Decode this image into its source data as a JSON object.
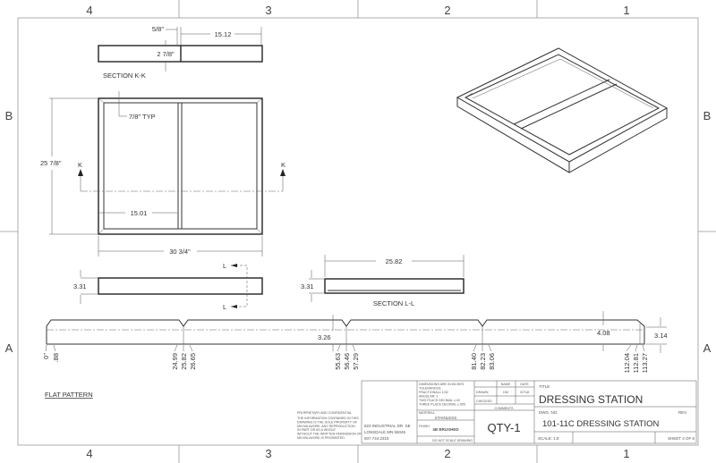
{
  "zones": {
    "columns": [
      "4",
      "3",
      "2",
      "1"
    ],
    "rows": [
      "B",
      "A"
    ]
  },
  "section_kk": {
    "dim_left": "5/8\"",
    "dim_right": "15.12",
    "dim_height": "2 7/8\"",
    "label": "SECTION K-K"
  },
  "front_view": {
    "typ": "7/8\" TYP",
    "height": "25 7/8\"",
    "inner_width": "15.01",
    "width": "30 3/4\"",
    "cut_letter": "K"
  },
  "side_view": {
    "height": "3.31",
    "cut_letter": "L"
  },
  "section_ll": {
    "width": "25.82",
    "height": "3.31",
    "label": "SECTION L-L"
  },
  "flat_pattern": {
    "label": "FLAT PATTERN",
    "heights": [
      "3.26",
      "4.08",
      "3.14"
    ],
    "bend_lines": [
      "0\"",
      ".88",
      "24.99",
      "25.82",
      "26.65",
      "55.63",
      "56.46",
      "57.29",
      "81.40",
      "82.23",
      "83.06",
      "112.04",
      "112.81",
      "113.27"
    ]
  },
  "title_block": {
    "proprietary_title": "PROPRIETARY AND CONFIDENTIAL",
    "proprietary_text": [
      "THE INFORMATION CONTAINED IN THIS",
      "DRAWING IS THE SOLE PROPERTY OF",
      "MN MILLWORK. ANY REPRODUCTION",
      "IN PART OR AS A WHOLE",
      "WITHOUT THE WRITTEN PERMISSION OF",
      "MN MILLWORK IS PROHIBITED."
    ],
    "address": [
      "823 INDUSTRIAL DR. SE",
      "LONSDALE MN 55046",
      "507.744.2315"
    ],
    "tolerances": [
      "DIMENSIONS ARE IN INCHES",
      "TOLERANCES:",
      "FRACTIONAL± 1/32",
      "ANGULAR: 1",
      "TWO PLACE DECIMAL ±.02",
      "THREE PLACE DECIMAL ±.005"
    ],
    "material_label": "MATERIAL",
    "material": "STAINLESS",
    "finish_label": "FINISH",
    "finish": "4B BRUSHED",
    "no_scale": "DO NOT SCALE DRAWING",
    "name_header": "NAME",
    "date_header": "DATE",
    "drawn_label": "DRAWN",
    "drawn_name": "DM",
    "drawn_date": "3/7/18",
    "checked_label": "CHECKED",
    "comments_label": "COMMENTS",
    "comments": "QTY-1",
    "title_label": "TITLE",
    "title": "DRESSING STATION",
    "dwg_label": "DWG.  NO.",
    "dwg_no": "101-11C DRESSING STATION",
    "rev_label": "REV",
    "scale": "SCALE: 1:8",
    "sheet": "SHEET 4 OF 6"
  }
}
